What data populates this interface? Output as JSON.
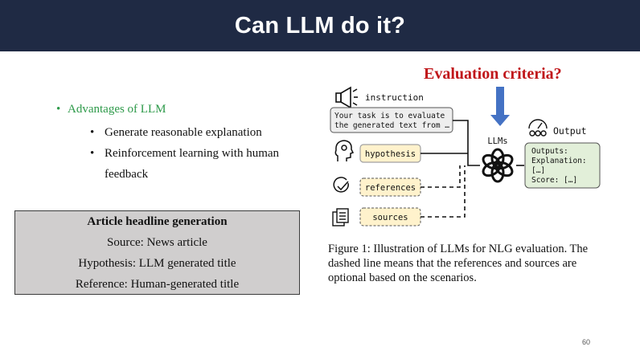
{
  "slide": {
    "title": "Can LLM do it?",
    "page_number": "60"
  },
  "bullets": {
    "main": "Advantages of LLM",
    "items": [
      "Generate reasonable explanation",
      "Reinforcement learning with human feedback"
    ]
  },
  "article_box": {
    "title": "Article headline generation",
    "lines": [
      "Source: News article",
      "Hypothesis:  LLM generated title",
      "Reference: Human-generated title"
    ]
  },
  "figure": {
    "eval_criteria": "Evaluation criteria?",
    "instruction_label": "instruction",
    "instruction_text_1": "Your task is to evaluate",
    "instruction_text_2": "the generated text from …",
    "hypothesis": "hypothesis",
    "references": "references",
    "sources": "sources",
    "llms": "LLMs",
    "output_label": "Output",
    "output_lines": [
      "Outputs:",
      "Explanation:",
      "[…]",
      "Score: […]"
    ],
    "caption": "Figure 1: Illustration of LLMs for NLG evaluation. The dashed line means that the references and sources are optional based on the scenarios."
  },
  "colors": {
    "header_bg": "#1f2a44",
    "green": "#2e9a4a",
    "red": "#c0161a",
    "arrow_blue": "#4472c4",
    "hyp_fill": "#fff2cc",
    "hyp_stroke": "#a0a0a0",
    "output_fill": "#e2efd9"
  }
}
